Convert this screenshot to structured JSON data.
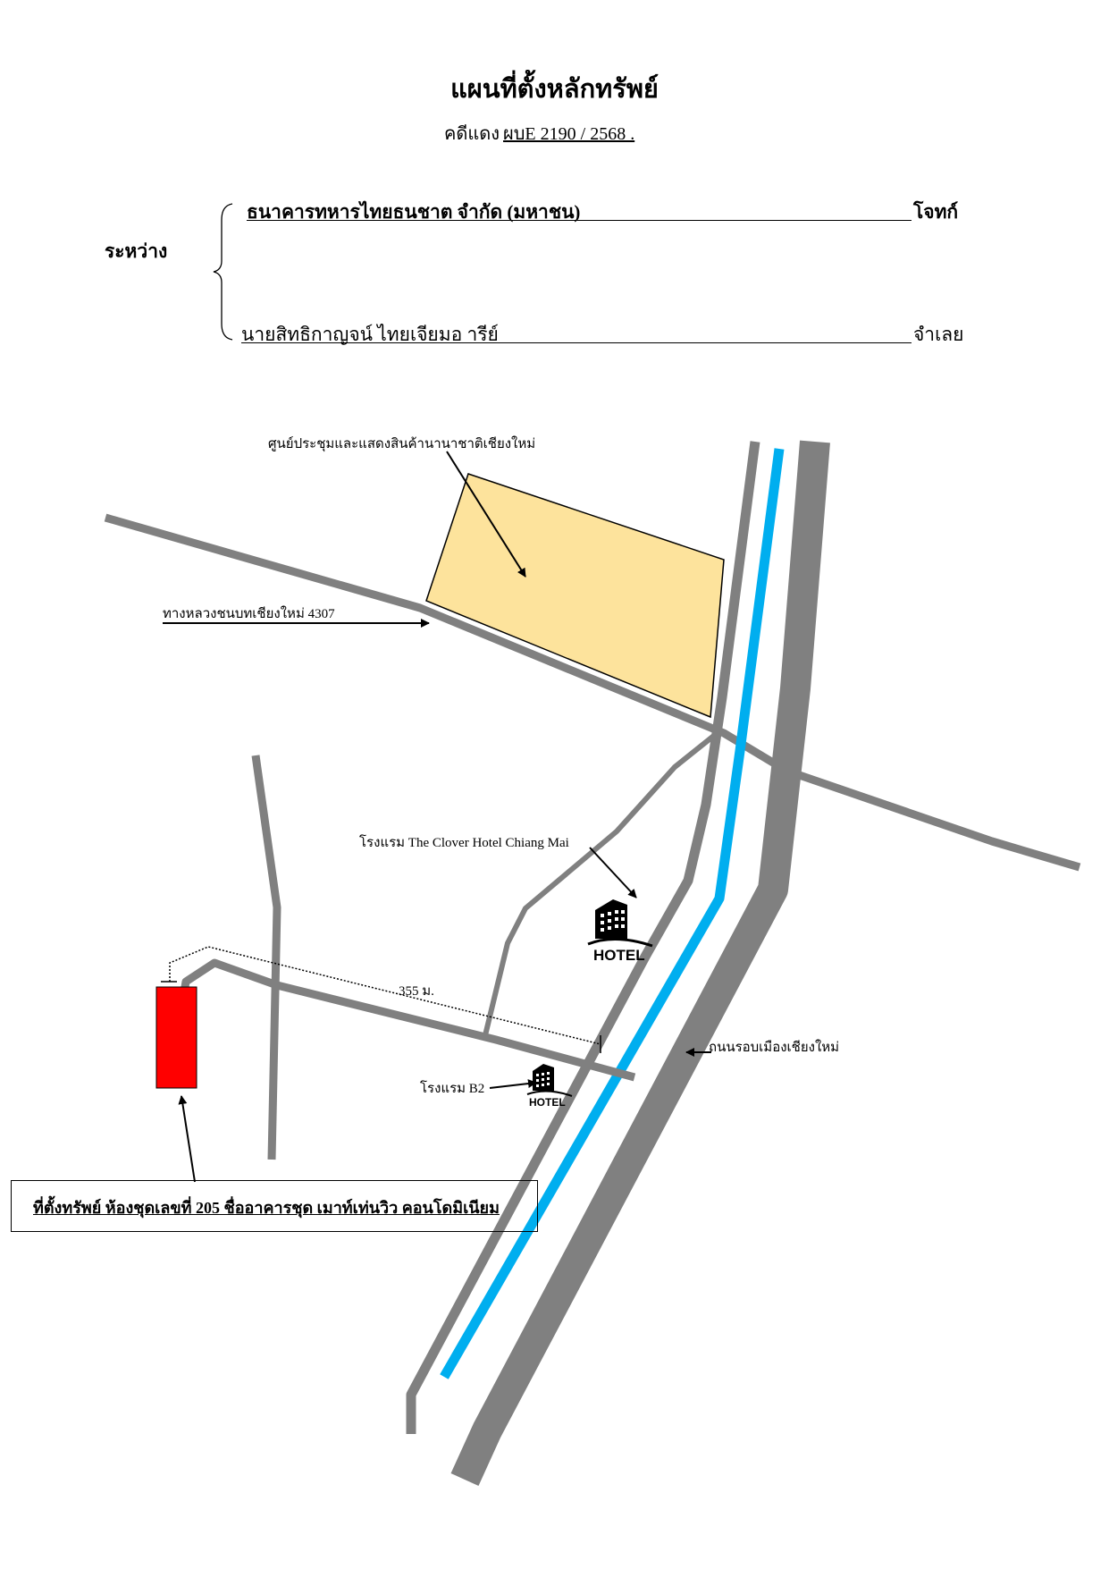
{
  "document": {
    "title": "แผนที่ตั้งหลักทรัพย์",
    "case_label": "คดีแดง",
    "case_number": "ผบE 2190 / 2568 .",
    "between_label": "ระหว่าง",
    "plaintiff_name": "ธนาคารทหารไทยธนชาต จำกัด (มหาชน)",
    "plaintiff_role": "โจทก์",
    "defendant_name": "นายสิทธิกาญจน์  ไทยเจียมอ  ารีย์",
    "defendant_role": "จำเลย"
  },
  "map": {
    "labels": {
      "convention_center": "ศูนย์ประชุมและแสดงสินค้านานาชาติเชียงใหม่",
      "highway": "ทางหลวงชนบทเชียงใหม่ 4307",
      "clover_hotel": "โรงแรม The Clover Hotel Chiang Mai",
      "distance": "355 ม.",
      "ring_road": "ถนนรอบเมืองเชียงใหม่",
      "b2_hotel": "โรงแรม B2",
      "hotel_icon_text": "HOTEL",
      "property": "ที่ตั้งทรัพย์ ห้องชุดเลขที่ 205  ชื่ออาคารชุด เมาท์เท่นวิว คอนโดมิเนียม"
    },
    "colors": {
      "road": "#808080",
      "river": "#00aeef",
      "convention_fill": "#fde39c",
      "property_fill": "#ff0000"
    }
  }
}
